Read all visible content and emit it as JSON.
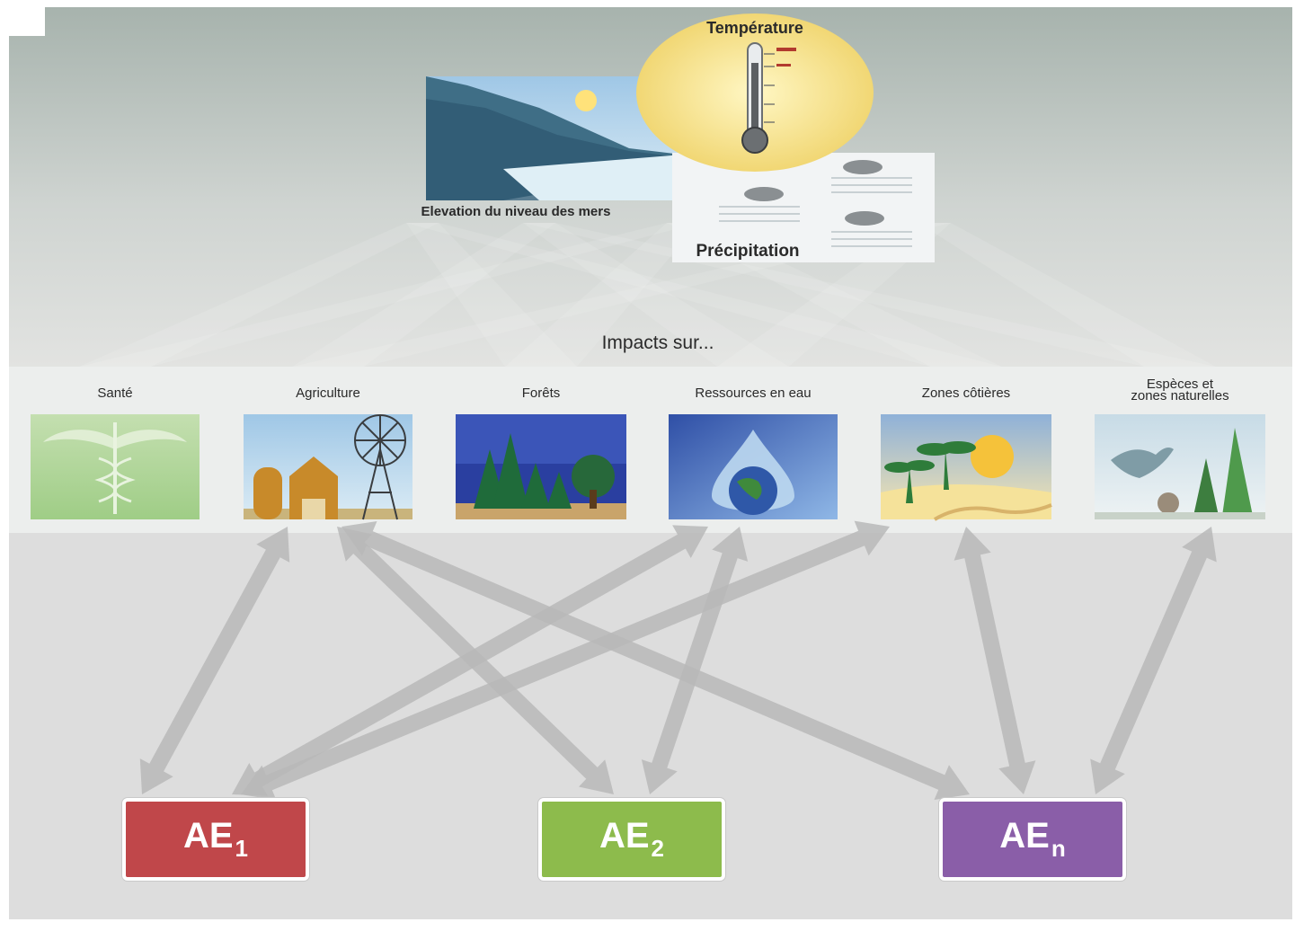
{
  "drivers": {
    "temperature": "Température",
    "sea_level": "Elevation du niveau des mers",
    "precipitation": "Précipitation"
  },
  "impacts_heading": "Impacts sur...",
  "impacts": [
    {
      "id": "sante",
      "label": "Santé"
    },
    {
      "id": "agriculture",
      "label": "Agriculture"
    },
    {
      "id": "forets",
      "label": "Forêts"
    },
    {
      "id": "eau",
      "label": "Ressources en eau"
    },
    {
      "id": "cotieres",
      "label": "Zones côtières"
    },
    {
      "id": "especes",
      "label": "Espèces et\nzones naturelles"
    }
  ],
  "actors": [
    {
      "id": "ae1",
      "base": "AE",
      "sub": "1",
      "color": "#c0474a"
    },
    {
      "id": "ae2",
      "base": "AE",
      "sub": "2",
      "color": "#8dbb4c"
    },
    {
      "id": "aen",
      "base": "AE",
      "sub": "n",
      "color": "#8a5ea8"
    }
  ],
  "links": [
    {
      "from": "ae1",
      "to": "agriculture"
    },
    {
      "from": "ae1",
      "to": "eau"
    },
    {
      "from": "ae1",
      "to": "cotieres"
    },
    {
      "from": "ae2",
      "to": "agriculture"
    },
    {
      "from": "ae2",
      "to": "eau"
    },
    {
      "from": "aen",
      "to": "agriculture"
    },
    {
      "from": "aen",
      "to": "cotieres"
    },
    {
      "from": "aen",
      "to": "especes"
    }
  ]
}
